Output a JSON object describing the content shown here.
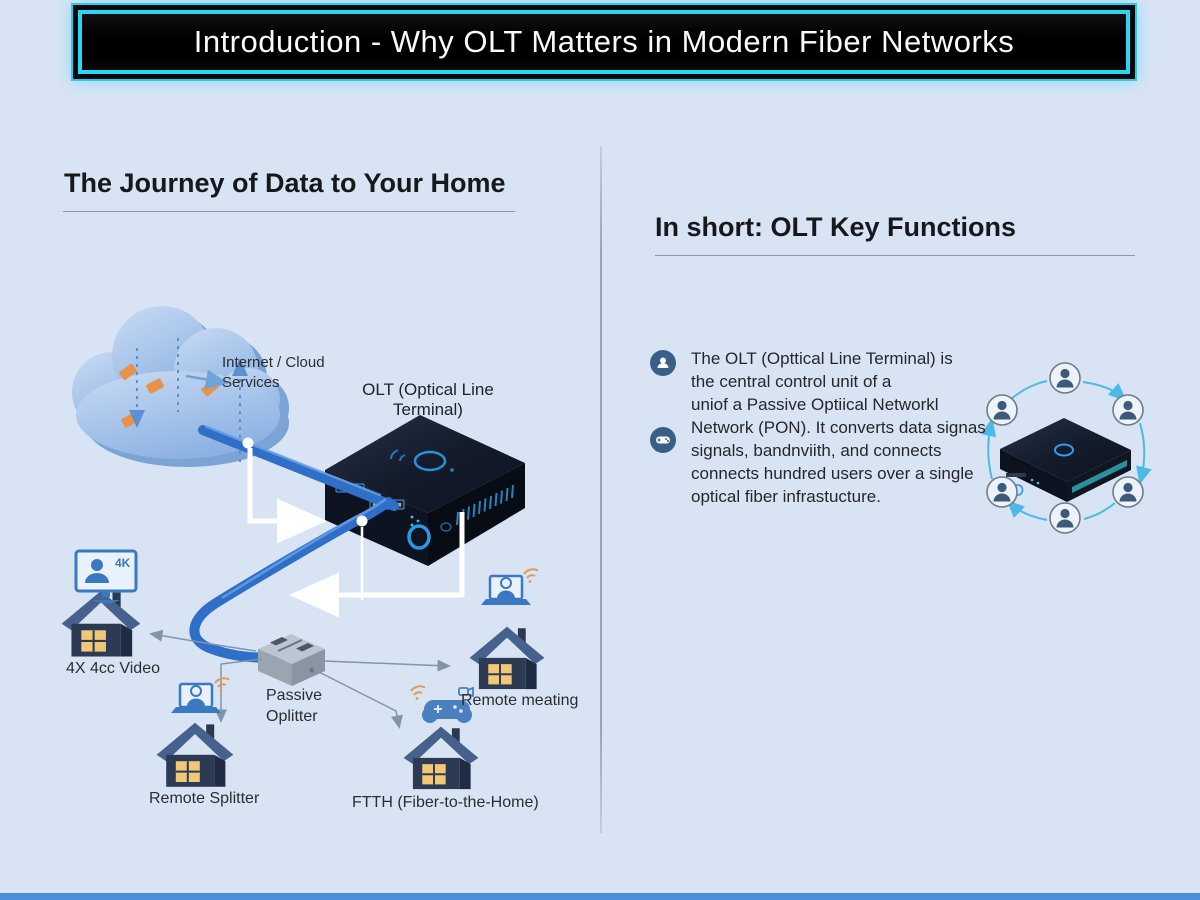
{
  "title_bar": {
    "title": "Introduction - Why OLT Matters in Modern Fiber Networks"
  },
  "left_panel": {
    "heading": "The Journey of Data to Your Home",
    "cloud_label": "Internet / Cloud Services",
    "olt_label": "OLT (Optical Line Terminal)",
    "splitter_label": "Passive Oplitter",
    "tv_badge": "4K",
    "houses": {
      "video": "4X 4cc Video",
      "remote_splitter": "Remote Splitter",
      "ftth": "FTTH (Fiber-to-the-Home)",
      "remote_meeting": "Remote meating"
    }
  },
  "right_panel": {
    "heading": "In short: OLT Key Functions",
    "lines": [
      "The OLT (Opttical Line Terminal) is",
      "the central control unit of a",
      "uniof a Passive Optiical Networkl",
      "Network (PON). It converts data signas",
      "signals, bandnviith, and connects",
      "connects hundred users over a single",
      "optical fiber infrastucture."
    ]
  },
  "colors": {
    "background": "#d8e4f4",
    "title_border_cyan": "#2ed4f4",
    "title_bg": "#000000",
    "cable_blue": "#2f6fc8",
    "arrow_cyan": "#4cb9e9",
    "house_navy": "#2c3a54",
    "house_roof": "#46628c",
    "window_yellow": "#f0c878",
    "packet_orange": "#e8924a",
    "bullet_navy": "#3a5f86",
    "splitter_gray": "#9aa5b2",
    "bottom_bar_blue": "#4a8fd9"
  }
}
